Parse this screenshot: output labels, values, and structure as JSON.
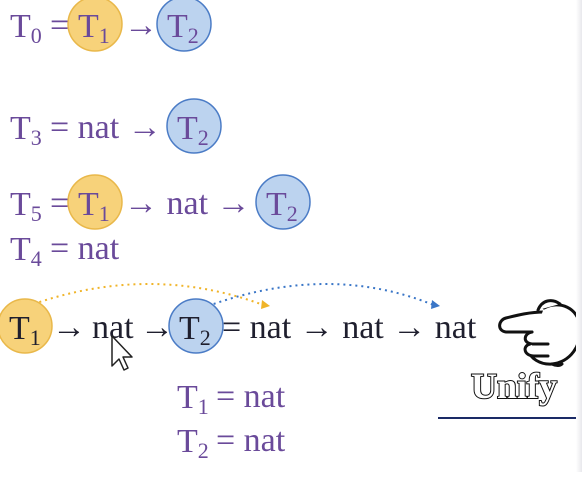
{
  "colors": {
    "text_purple": "#6a4a9a",
    "text_dark": "#1f1f2e",
    "circle_yellow": "#f7d27a",
    "circle_yellow_stroke": "#e9b84a",
    "circle_blue": "#bcd3ef",
    "circle_blue_stroke": "#4b7cc6",
    "arc_yellow": "#f0b429",
    "arc_blue": "#3a76c7",
    "underline": "#1a2a66"
  },
  "lines": {
    "l1": {
      "lhs": "T",
      "lhs_sub": "0",
      "eq": "=",
      "a": "T",
      "a_sub": "1",
      "arrow": "→",
      "b": "T",
      "b_sub": "2"
    },
    "l2": {
      "lhs": "T",
      "lhs_sub": "3",
      "eq": "= nat →",
      "b": "T",
      "b_sub": "2"
    },
    "l3": {
      "lhs": "T",
      "lhs_sub": "5",
      "eq": "=",
      "a": "T",
      "a_sub": "1",
      "mid": "→ nat →",
      "b": "T",
      "b_sub": "2"
    },
    "l4": {
      "lhs": "T",
      "lhs_sub": "4",
      "rest": "= nat"
    }
  },
  "unify_row": {
    "a": "T",
    "a_sub": "1",
    "arrow1": "→",
    "nat1": "nat",
    "arrow2": "→",
    "b": "T",
    "b_sub": "2",
    "rhs": "= nat → nat → nat"
  },
  "results": {
    "r1": {
      "lhs": "T",
      "lhs_sub": "1",
      "rest": "= nat"
    },
    "r2": {
      "lhs": "T",
      "lhs_sub": "2",
      "rest": "= nat"
    }
  },
  "unify_label": "Unify",
  "icons": {
    "pointer": "hand-pointer-icon",
    "cursor": "mouse-cursor-icon"
  }
}
